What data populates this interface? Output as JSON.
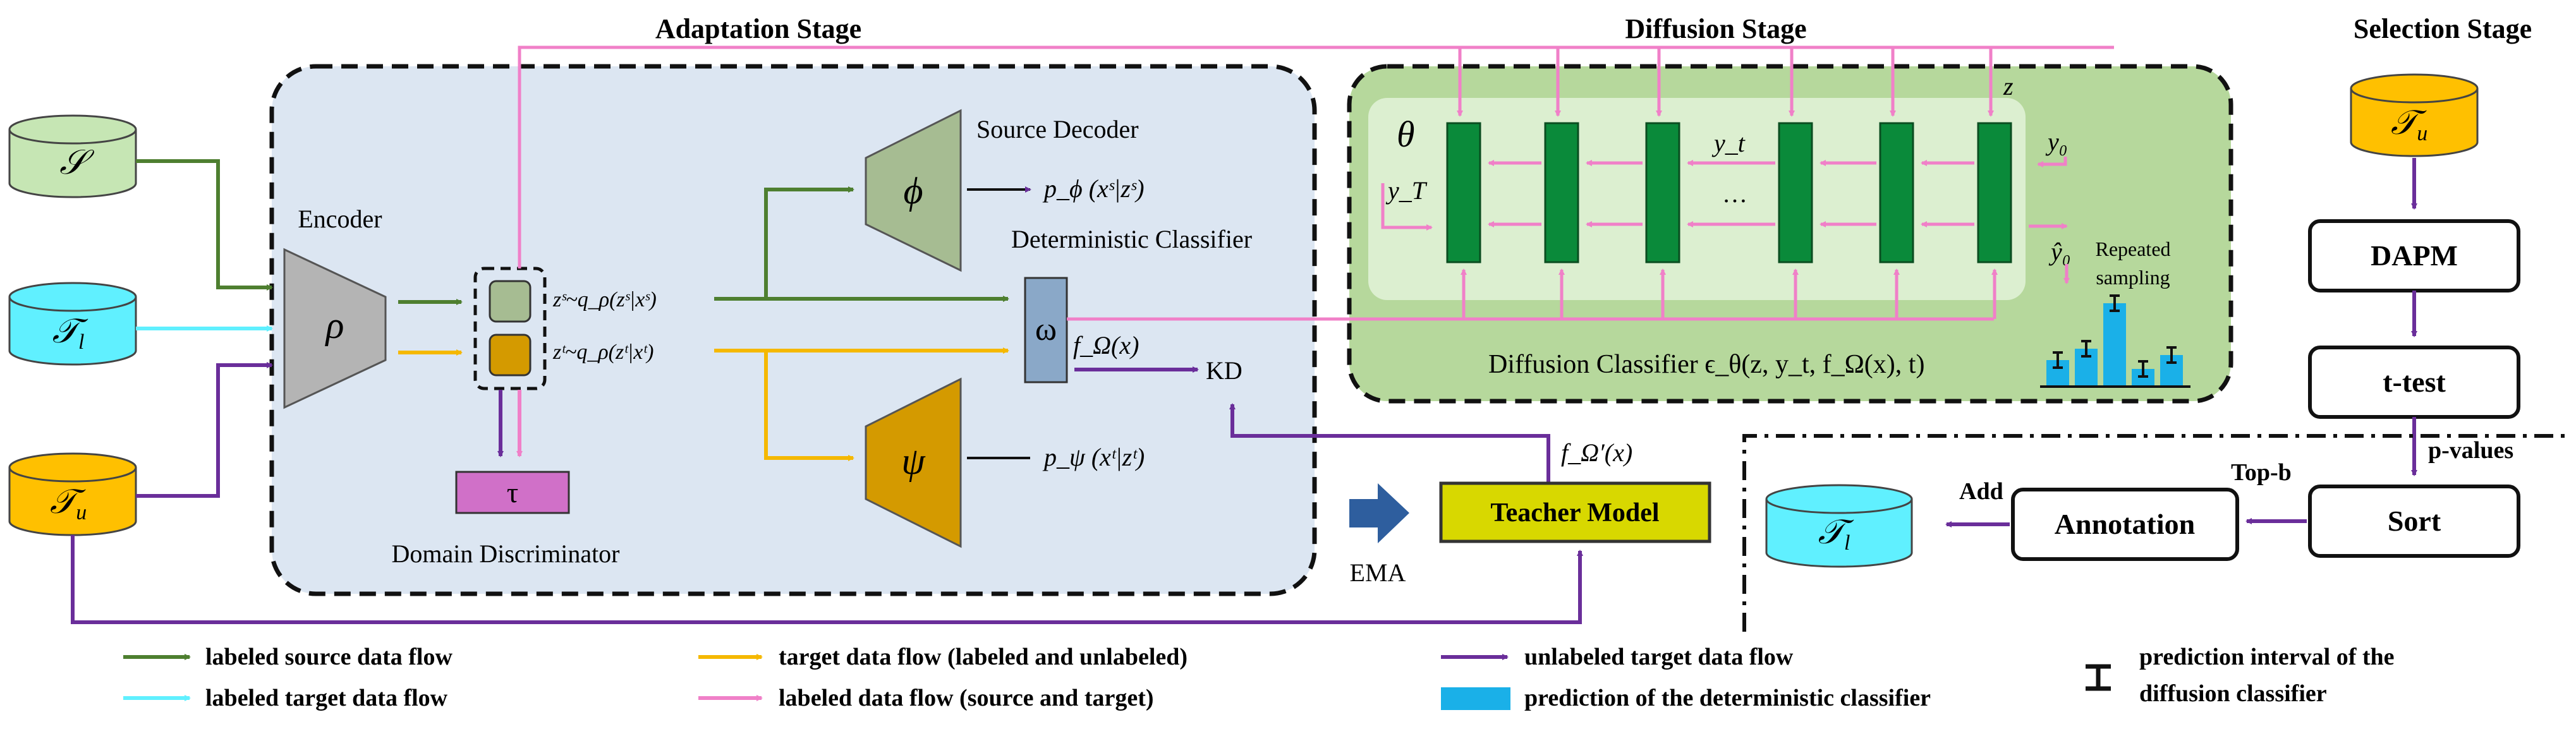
{
  "stages": {
    "adaptation": "Adaptation Stage",
    "diffusion": "Diffusion Stage",
    "selection": "Selection Stage"
  },
  "datasets": {
    "source": "𝒮",
    "target_labeled": "𝒯",
    "target_labeled_sub": "l",
    "target_unlabeled": "𝒯",
    "target_unlabeled_sub": "u"
  },
  "adaptation": {
    "encoder_label": "Encoder",
    "encoder_symbol": "ρ",
    "source_decoder_label": "Source Decoder",
    "phi_symbol": "ϕ",
    "psi_symbol": "ψ",
    "omega_symbol": "ω",
    "tau_symbol": "τ",
    "deterministic_classifier_label": "Deterministic Classifier",
    "domain_discriminator_label": "Domain Discriminator",
    "zs_eq": "zˢ~q_ρ(zˢ|xˢ)",
    "zt_eq": "zᵗ~q_ρ(zᵗ|xᵗ)",
    "p_phi": "p_ϕ (xˢ|zˢ)",
    "p_psi": "p_ψ (xᵗ|zᵗ)",
    "f_omega": "f_Ω(x)",
    "kd": "KD",
    "f_omega_prime": "f_Ω′(x)",
    "teacher_model": "Teacher Model",
    "ema": "EMA"
  },
  "diffusion": {
    "theta": "θ",
    "y_T": "y_T",
    "y_t": "y_t",
    "y_0": "y₀",
    "z": "z",
    "ellipsis": "…",
    "y_hat_0": "ŷ₀",
    "repeated_sampling_1": "Repeated",
    "repeated_sampling_2": "sampling",
    "classifier_label": "Diffusion Classifier ϵ_θ(z, y_t, f_Ω(x), t)"
  },
  "selection": {
    "dapm": "DAPM",
    "t_test": "t-test",
    "p_values": "p-values",
    "sort": "Sort",
    "top_b": "Top-b",
    "annotation": "Annotation",
    "add": "Add"
  },
  "legend": {
    "labeled_source": "labeled source data flow",
    "labeled_target": "labeled target data flow",
    "target_flow": "target data flow (labeled and unlabeled)",
    "labeled_flow": "labeled data flow (source and target)",
    "unlabeled_target": "unlabeled target data flow",
    "prediction_det": "prediction of the deterministic classifier",
    "prediction_interval_1": "prediction interval of the",
    "prediction_interval_2": "diffusion classifier"
  },
  "colors": {
    "green_flow": "#4e7f30",
    "cyan_flow": "#5ff0ff",
    "orange_flow": "#f5b800",
    "pink_flow": "#f080c8",
    "purple_flow": "#6a2e9a",
    "adaptation_bg": "#dce6f2",
    "diffusion_bg": "#b6d89c",
    "diffusion_inner_bg": "#dcefd0",
    "block_green": "#0a8a3a",
    "bar_blue": "#1ab0e8",
    "teacher_yellow": "#d8d800",
    "ema_blue": "#2e5e9e",
    "encoder_gray": "#b4b4b4",
    "decoder_phi": "#a6bc92",
    "decoder_psi": "#d49a00",
    "omega_blue": "#8aa8c8",
    "tau_pink": "#d070c8",
    "source_cyl": "#c6e6b4",
    "target_l_cyl": "#60f0ff",
    "target_u_cyl": "#ffc000"
  }
}
